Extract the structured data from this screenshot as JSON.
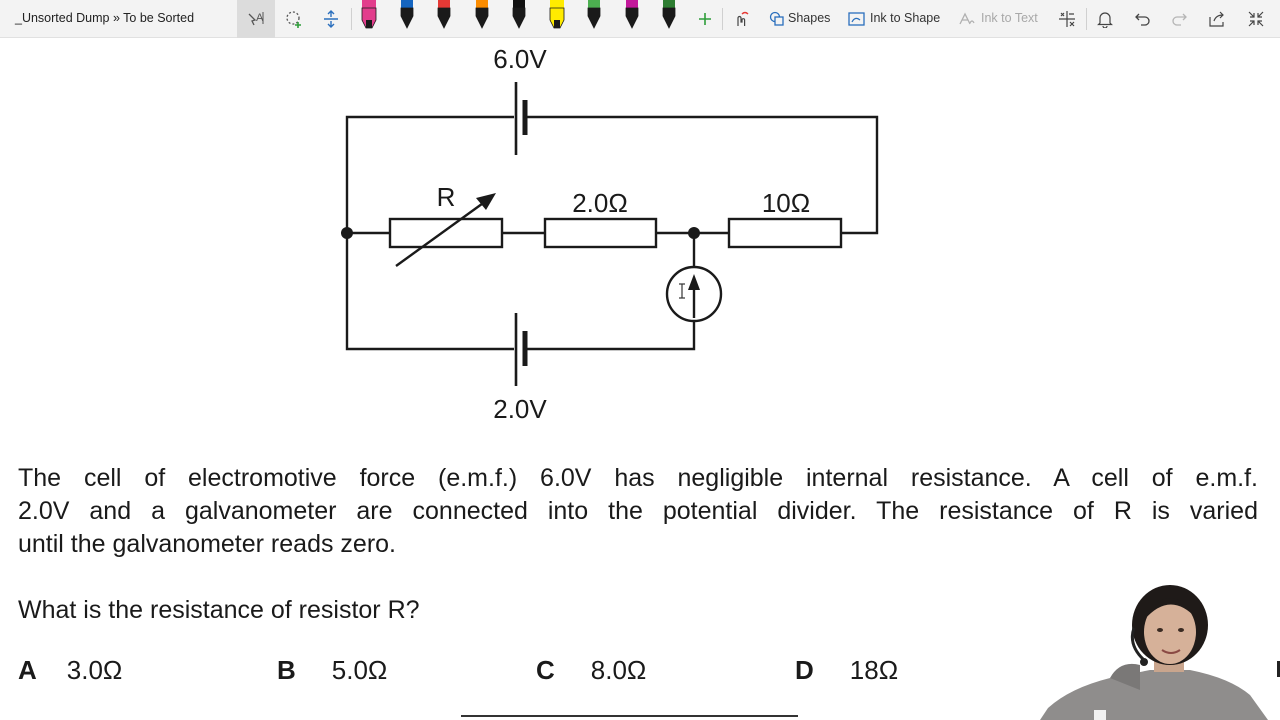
{
  "breadcrumb": "_Unsorted Dump » To be Sorted",
  "toolbar": {
    "shapes_label": "Shapes",
    "ink_to_shape_label": "Ink to Shape",
    "ink_to_text_label": "Ink to Text",
    "pens": [
      {
        "name": "highlighter-pink",
        "color": "#e23d8c"
      },
      {
        "name": "pen-blue",
        "color": "#1565c0"
      },
      {
        "name": "pen-red",
        "color": "#e53935"
      },
      {
        "name": "pen-orange",
        "color": "#fb8c00"
      },
      {
        "name": "pen-black",
        "color": "#111111"
      },
      {
        "name": "highlighter-yellow",
        "color": "#ffeb00"
      },
      {
        "name": "pen-galaxy",
        "color": "#4caf50"
      },
      {
        "name": "pen-magenta",
        "color": "#c2189a"
      },
      {
        "name": "pen-green",
        "color": "#2e7d32"
      }
    ]
  },
  "circuit": {
    "top_cell_label": "6.0V",
    "bottom_cell_label": "2.0V",
    "variable_resistor_label": "R",
    "resistor_1_label": "2.0Ω",
    "resistor_2_label": "10Ω"
  },
  "question": {
    "paragraph_1_line_1": "The cell of electromotive force (e.m.f.) 6.0V has negligible internal resistance. A cell of e.m.f.",
    "paragraph_1_line_2": "2.0V and a galvanometer are connected into the potential divider. The resistance of R is varied",
    "paragraph_1_line_3": "until the galvanometer reads zero.",
    "paragraph_2": "What is the resistance of resistor R?"
  },
  "options": [
    {
      "letter": "A",
      "value": "3.0Ω"
    },
    {
      "letter": "B",
      "value": "5.0Ω"
    },
    {
      "letter": "C",
      "value": "8.0Ω"
    },
    {
      "letter": "D",
      "value": "18Ω"
    }
  ]
}
